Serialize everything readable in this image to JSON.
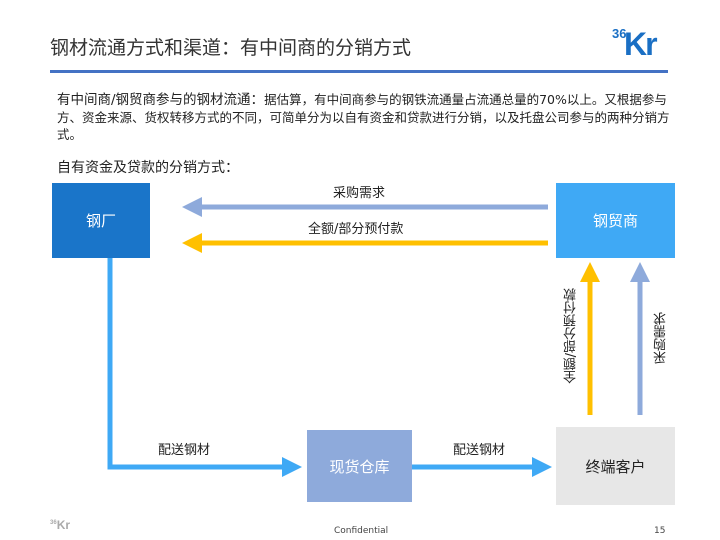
{
  "header": {
    "title": "钢材流通方式和渠道：有中间商的分销方式",
    "logo": "36Kr"
  },
  "intro": {
    "lead": "有中间商/钢贸商参与的钢材流通：",
    "text": "据估算，有中间商参与的钢铁流通量占流通总量的70%以上。又根据参与方、资金来源、货权转移方式的不同，可简单分为以自有资金和贷款进行分销，以及托盘公司参与的两种分销方式。"
  },
  "subheading": "自有资金及贷款的分销方式：",
  "diagram": {
    "nodes": {
      "mill": "钢厂",
      "trader": "钢贸商",
      "warehouse": "现货仓库",
      "customer": "终端客户"
    },
    "edges": {
      "purchase_demand_top": "采购需求",
      "prepayment_top": "全额/部分预付款",
      "delivery_left": "配送钢材",
      "delivery_right": "配送钢材",
      "prepayment_vertical": "全额/部分预付款",
      "purchase_demand_vertical": "采购需求"
    },
    "colors": {
      "mill": "#1a75c9",
      "trader": "#3fa9f5",
      "warehouse": "#8eaadb",
      "customer": "#e7e7e7",
      "demand_arrow": "#8eaadb",
      "payment_arrow": "#ffc000",
      "delivery_arrow": "#3fa9f5"
    }
  },
  "footer": {
    "label": "Confidential",
    "page": "15",
    "logo": "36Kr"
  }
}
